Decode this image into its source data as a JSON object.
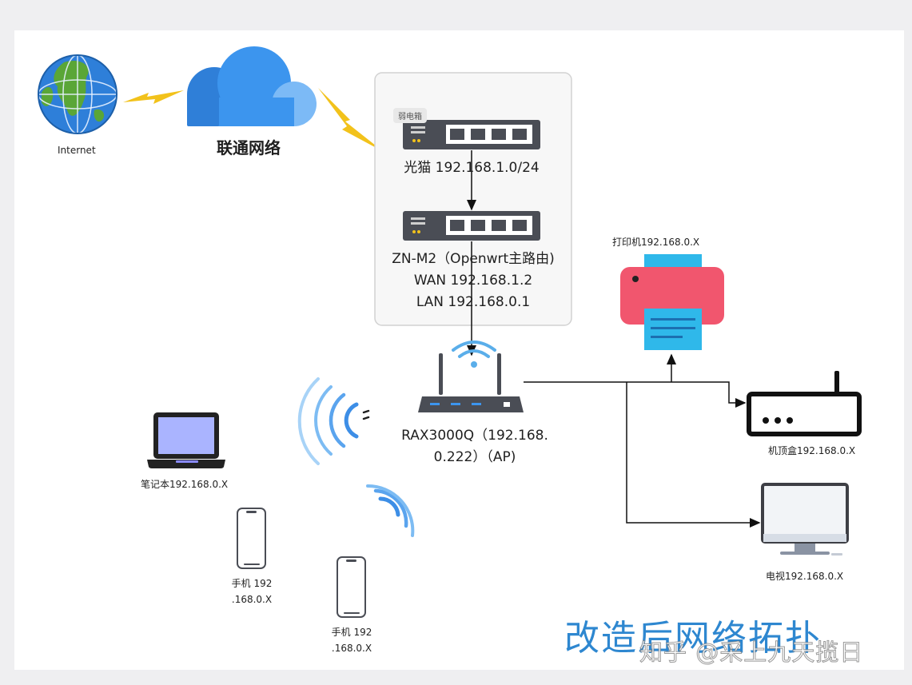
{
  "diagram": {
    "internet_label": "Internet",
    "cloud_label": "联通网络",
    "box_tag": "弱电箱",
    "modem_label": "光猫 192.168.1.0/24",
    "router": {
      "line1": "ZN-M2（Openwrt主路由)",
      "line2": "WAN 192.168.1.2",
      "line3": "LAN 192.168.0.1"
    },
    "ap": {
      "line1": "RAX3000Q（192.168.",
      "line2": "0.222）（AP)"
    },
    "printer_label": "打印机192.168.0.X",
    "settop_label": "机顶盒192.168.0.X",
    "tv_label": "电视192.168.0.X",
    "laptop_label": "笔记本192.168.0.X",
    "phone1": {
      "line1": "手机 192",
      "line2": ".168.0.X"
    },
    "phone2": {
      "line1": "手机 192",
      "line2": ".168.0.X"
    },
    "title": "改造后网络拓扑",
    "watermark": "知乎 @采上九天揽日"
  },
  "colors": {
    "globe_ocean": "#2e7fd9",
    "globe_land": "#5aa637",
    "cloud_dark": "#2f7fd8",
    "cloud_mid": "#3c95ee",
    "cloud_light": "#7cbaf6",
    "bolt": "#f2c21b",
    "printer_body": "#f1566e",
    "printer_paper": "#2fb8ea",
    "wifi": "#5aaeea",
    "title": "#2e87d0"
  }
}
